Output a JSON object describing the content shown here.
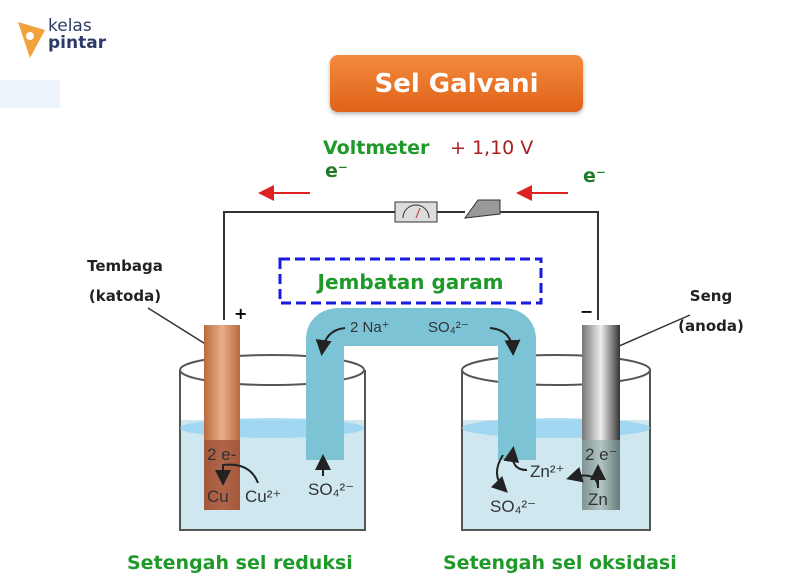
{
  "logo": {
    "line1": "kelas",
    "line2": "pintar"
  },
  "title": "Sel Galvani",
  "voltmeter": {
    "label": "Voltmeter",
    "reading": "+ 1,10 V"
  },
  "electron_left": "e⁻",
  "electron_right": "e⁻",
  "salt_bridge": "Jembatan garam",
  "cathode": {
    "name": "Tembaga",
    "role": "(katoda)",
    "sign": "+"
  },
  "anode": {
    "name": "Seng",
    "role": "(anoda)",
    "sign": "−"
  },
  "ions": {
    "na": "2 Na⁺",
    "so4_top": "SO₄²⁻",
    "so4_left": "SO₄²⁻",
    "so4_right": "SO₄²⁻",
    "cu_e": "2 e-",
    "cu": "Cu",
    "cu2": "Cu²⁺",
    "zn2": "Zn²⁺",
    "zn_e": "2 e⁻",
    "zn": "Zn"
  },
  "bottom": {
    "left": "Setengah sel reduksi",
    "right": "Setengah sel oksidasi"
  },
  "colors": {
    "orange": "#e8732a",
    "green": "#1f9a2a",
    "red": "#c0392b",
    "blue": "#1a1ae0"
  }
}
